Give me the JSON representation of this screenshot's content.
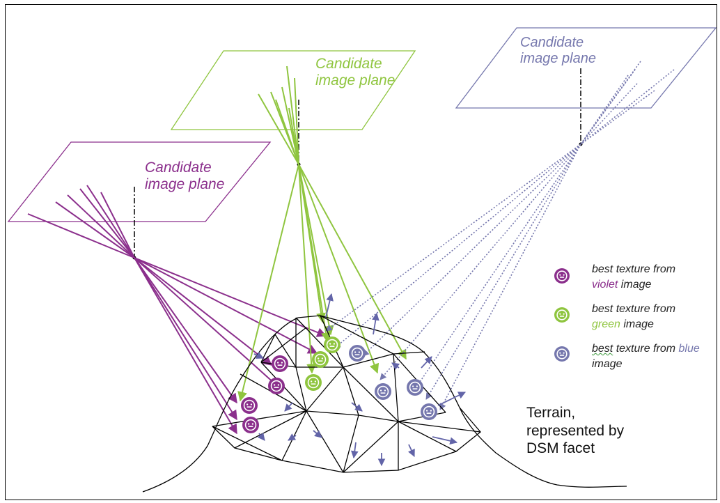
{
  "colors": {
    "violet": "#8b2f8c",
    "green": "#8fc53f",
    "blue": "#7577ad",
    "black": "#000000"
  },
  "planes": {
    "violet": {
      "line1": "Candidate",
      "line2": "image plane"
    },
    "green": {
      "line1": "Candidate",
      "line2": "image plane"
    },
    "blue": {
      "line1": "Candidate",
      "line2": "image plane"
    }
  },
  "legend": [
    {
      "color": "violet",
      "icon": "smiley-icon",
      "line1": "best texture from",
      "color_word": "violet",
      "line2_rest": " image"
    },
    {
      "color": "green",
      "icon": "smiley-icon",
      "line1": "best texture from",
      "color_word": "green",
      "line2_rest": " image"
    },
    {
      "color": "blue",
      "icon": "smiley-icon",
      "line1_a": "best",
      "line1_b": " texture from ",
      "color_word": "blue",
      "line2": "image"
    }
  ],
  "terrain_label": {
    "line1": "Terrain,",
    "line2": "represented by",
    "line3": "DSM facet"
  }
}
